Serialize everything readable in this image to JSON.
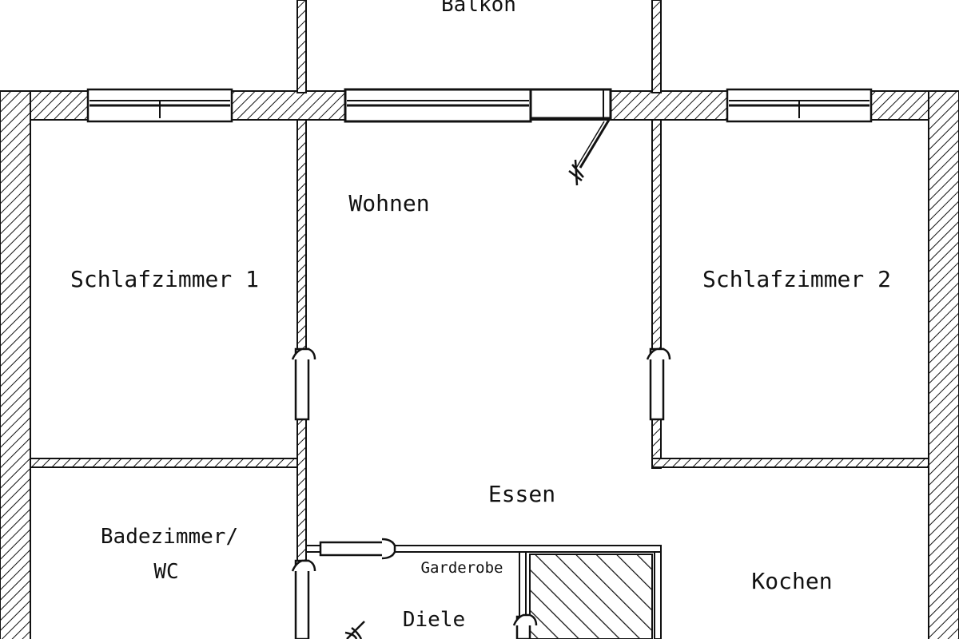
{
  "rooms": {
    "balkon": "Balkon",
    "wohnen": "Wohnen",
    "schlafzimmer1": "Schlafzimmer 1",
    "schlafzimmer2": "Schlafzimmer 2",
    "essen": "Essen",
    "bad_line1": "Badezimmer/",
    "bad_line2": "WC",
    "garderobe": "Garderobe",
    "diele": "Diele",
    "kochen": "Kochen"
  },
  "colors": {
    "line": "#111111",
    "background": "#ffffff"
  }
}
